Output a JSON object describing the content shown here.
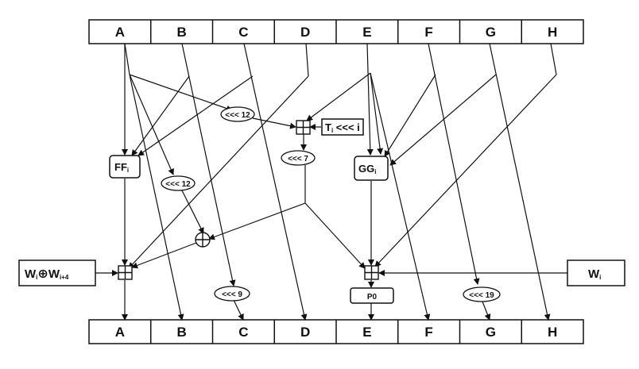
{
  "registers_top": [
    "A",
    "B",
    "C",
    "D",
    "E",
    "F",
    "G",
    "H"
  ],
  "registers_bottom": [
    "A",
    "B",
    "C",
    "D",
    "E",
    "F",
    "G",
    "H"
  ],
  "functions": {
    "ff": {
      "main": "FF",
      "sub": "i"
    },
    "gg": {
      "main": "GG",
      "sub": "i"
    },
    "p0": "P0"
  },
  "rotations": {
    "rot_a12": "<<< 12",
    "rot_ss12": "<<< 12",
    "rot_7": "<<< 7",
    "rot_9": "<<< 9",
    "rot_19": "<<< 19"
  },
  "constant": {
    "t": "T",
    "t_sub": "i",
    "rest": " <<< i"
  },
  "inputs": {
    "left": {
      "w1": "W",
      "sub1": "i",
      "op": "⊕",
      "w2": "W",
      "sub2": "i+4"
    },
    "right": {
      "w": "W",
      "sub": "i"
    }
  }
}
